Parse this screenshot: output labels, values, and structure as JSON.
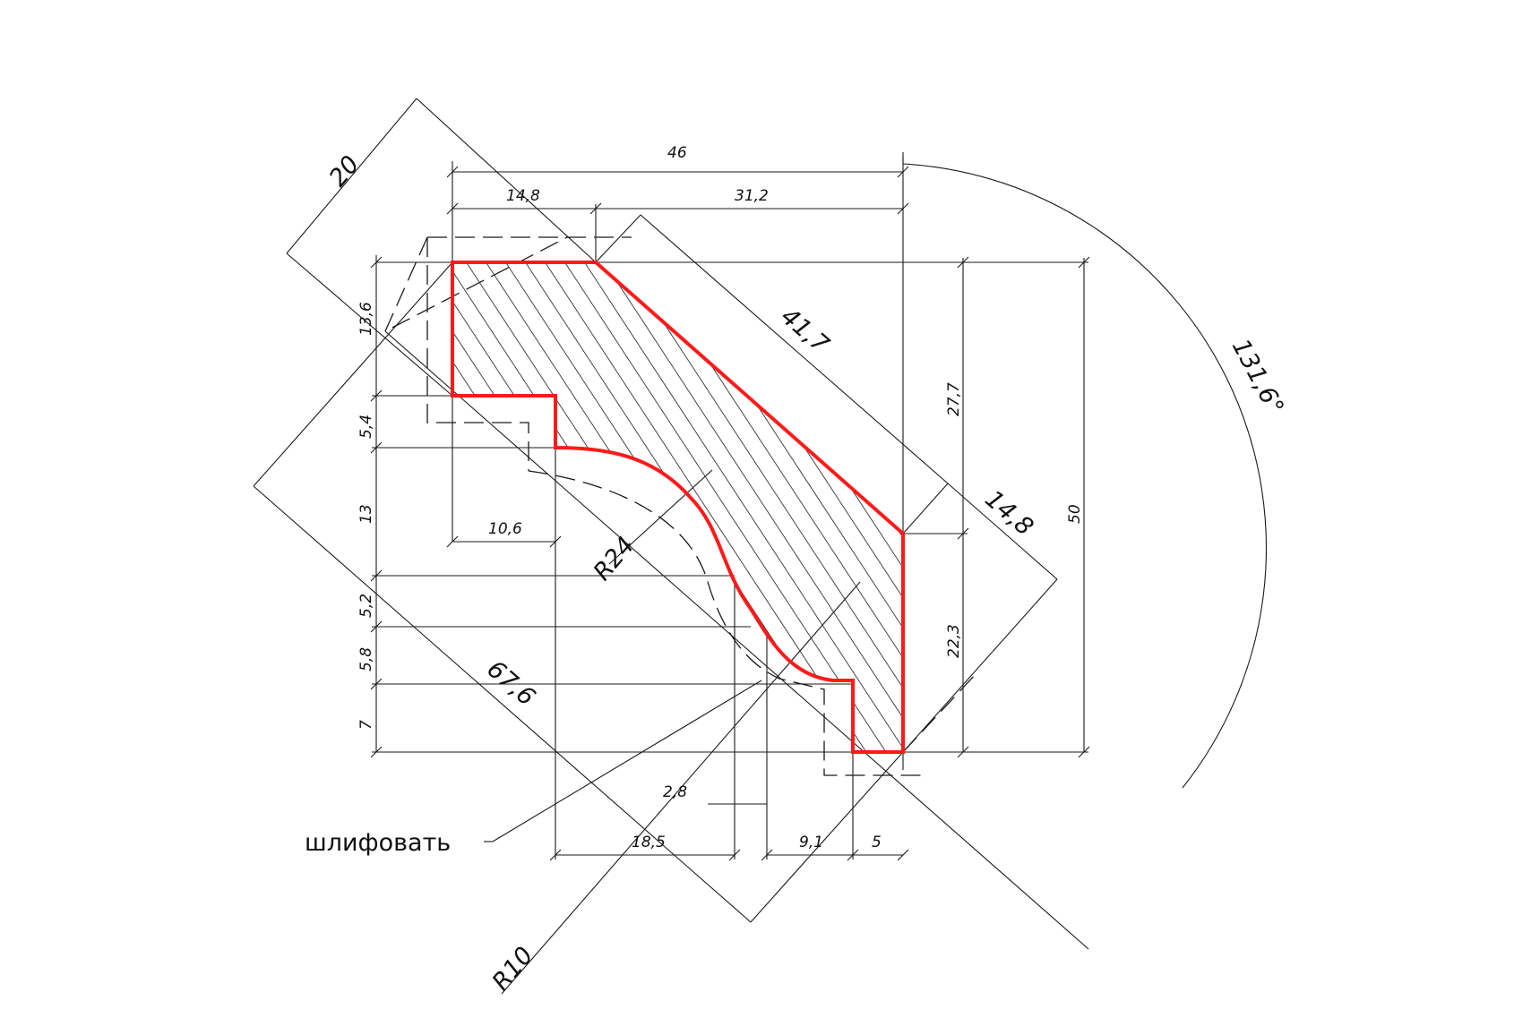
{
  "profile_color": "#ff1a1a",
  "line_color": "#1a1a1a",
  "dimensions": {
    "d46": "46",
    "d14_8_top": "14,8",
    "d31_2": "31,2",
    "d20": "20",
    "d41_7": "41,7",
    "d131_6": "131,6°",
    "d14_8_side": "14,8",
    "d27_7": "27,7",
    "d50": "50",
    "d22_3": "22,3",
    "d13_6": "13,6",
    "d5_4": "5,4",
    "d13": "13",
    "d10_6": "10,6",
    "dR24": "R24",
    "d5_2": "5,2",
    "d5_8": "5,8",
    "d67_6": "67,6",
    "d7": "7",
    "d2_8": "2,8",
    "d18_5": "18,5",
    "d9_1": "9,1",
    "d5": "5",
    "dR10": "R10"
  },
  "note": "шлифовать"
}
